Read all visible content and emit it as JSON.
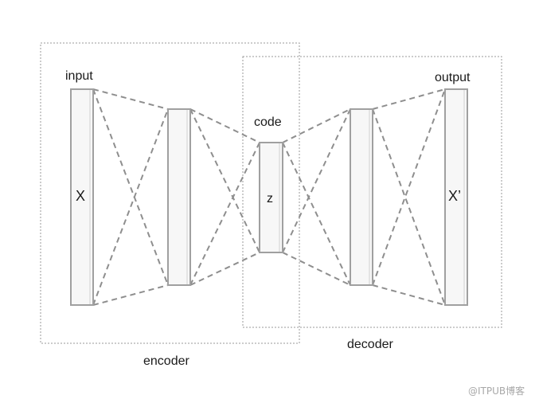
{
  "labels": {
    "input": "input",
    "output": "output",
    "code": "code",
    "x": "X",
    "x_prime": "X’",
    "z": "z",
    "encoder": "encoder",
    "decoder": "decoder"
  },
  "watermark": "@ITPUB博客",
  "colors": {
    "dashed": "#8e8e8e",
    "layer_fill": "#f7f7f7",
    "layer_stroke": "#a0a0a0",
    "box_stroke": "#9a9a9a"
  }
}
